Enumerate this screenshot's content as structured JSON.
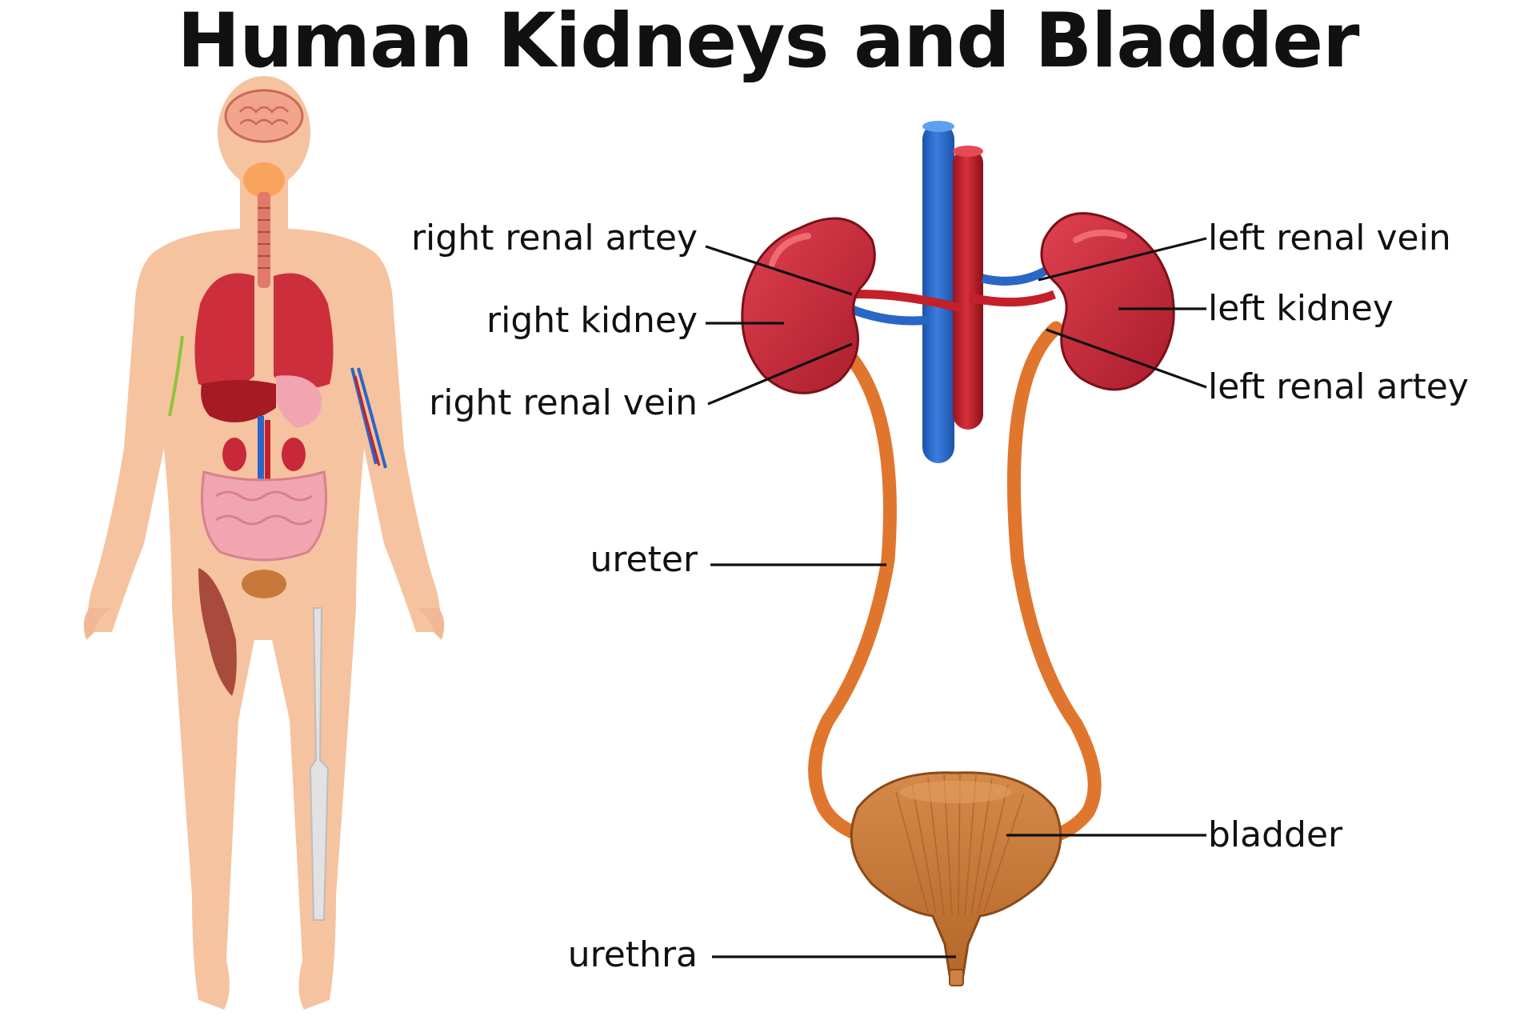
{
  "title": "Human Kidneys and Bladder",
  "labels": {
    "right_renal_artery": "right renal artey",
    "right_kidney": "right kidney",
    "right_renal_vein": "right renal vein",
    "ureter": "ureter",
    "urethra": "urethra",
    "left_renal_vein": "left renal vein",
    "left_kidney": "left kidney",
    "left_renal_artery": "left renal artey",
    "bladder": "bladder"
  },
  "colors": {
    "kidney": "#c8283a",
    "artery": "#c4202a",
    "vein": "#2a66c6",
    "ureter": "#e0762e",
    "bladder": "#c87838",
    "skin": "#f5c3a0"
  }
}
